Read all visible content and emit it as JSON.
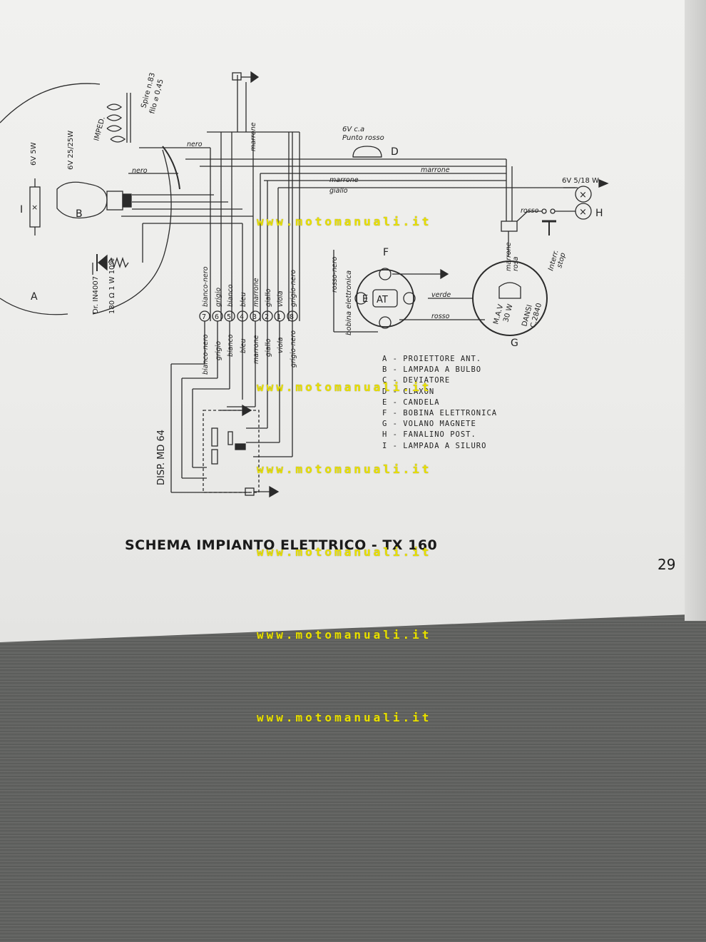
{
  "page": {
    "title": "SCHEMA IMPIANTO ELETTRICO - TX 160",
    "page_number": "29"
  },
  "watermark": "www.motomanuali.it",
  "components": {
    "A": "A",
    "B": "B",
    "D": "D",
    "F": "F",
    "G": "G",
    "H": "H",
    "I": "I",
    "AT": "AT",
    "E": "E"
  },
  "specs": {
    "lamp_i": "6V 5W",
    "lamp_b": "6V 25/25W",
    "imped": "IMPED.",
    "spire": "Spire n.83",
    "filo": "filo ⌀ 0,45",
    "horn": "6V c.a",
    "horn_dot": "Punto rosso",
    "tail": "6V 5/18 W",
    "diode": "Dr. IN4007",
    "resistor": "180 Ω 1 W 10%",
    "mav": "M.A.V",
    "mav_w": "30 W",
    "dansi": "DANSI",
    "dansi_code": "C.2840",
    "interr": "Interr.",
    "stop": "stop",
    "disp": "DISP. MD 64",
    "bobina": "bobina elettronica"
  },
  "wire_labels": {
    "nero": "nero",
    "marrone": "marrone",
    "giallo": "giallo",
    "rosso": "rosso",
    "verde": "verde",
    "rosso_nero": "rosso-nero",
    "rosa": "rosa"
  },
  "terminals": [
    {
      "num": "7",
      "upper": "bianco-nero",
      "lower": "bianco-nero"
    },
    {
      "num": "6",
      "upper": "grigio",
      "lower": "grigio"
    },
    {
      "num": "5",
      "upper": "bianco",
      "lower": "bianco"
    },
    {
      "num": "4",
      "upper": "bleu",
      "lower": "bleu"
    },
    {
      "num": "3",
      "upper": "marrone",
      "lower": "marrone"
    },
    {
      "num": "2",
      "upper": "giallo",
      "lower": "giallo"
    },
    {
      "num": "1",
      "upper": "viola",
      "lower": "viola"
    },
    {
      "num": "8",
      "upper": "grigio-nero",
      "lower": "grigio-nero"
    }
  ],
  "legend": [
    {
      "key": "A",
      "text": "PROIETTORE ANT."
    },
    {
      "key": "B",
      "text": "LAMPADA A BULBO"
    },
    {
      "key": "C",
      "text": "DEVIATORE"
    },
    {
      "key": "D",
      "text": "CLAXON"
    },
    {
      "key": "E",
      "text": "CANDELA"
    },
    {
      "key": "F",
      "text": "BOBINA ELETTRONICA"
    },
    {
      "key": "G",
      "text": "VOLANO MAGNETE"
    },
    {
      "key": "H",
      "text": "FANALINO POST."
    },
    {
      "key": "I",
      "text": "LAMPADA A SILURO"
    }
  ]
}
